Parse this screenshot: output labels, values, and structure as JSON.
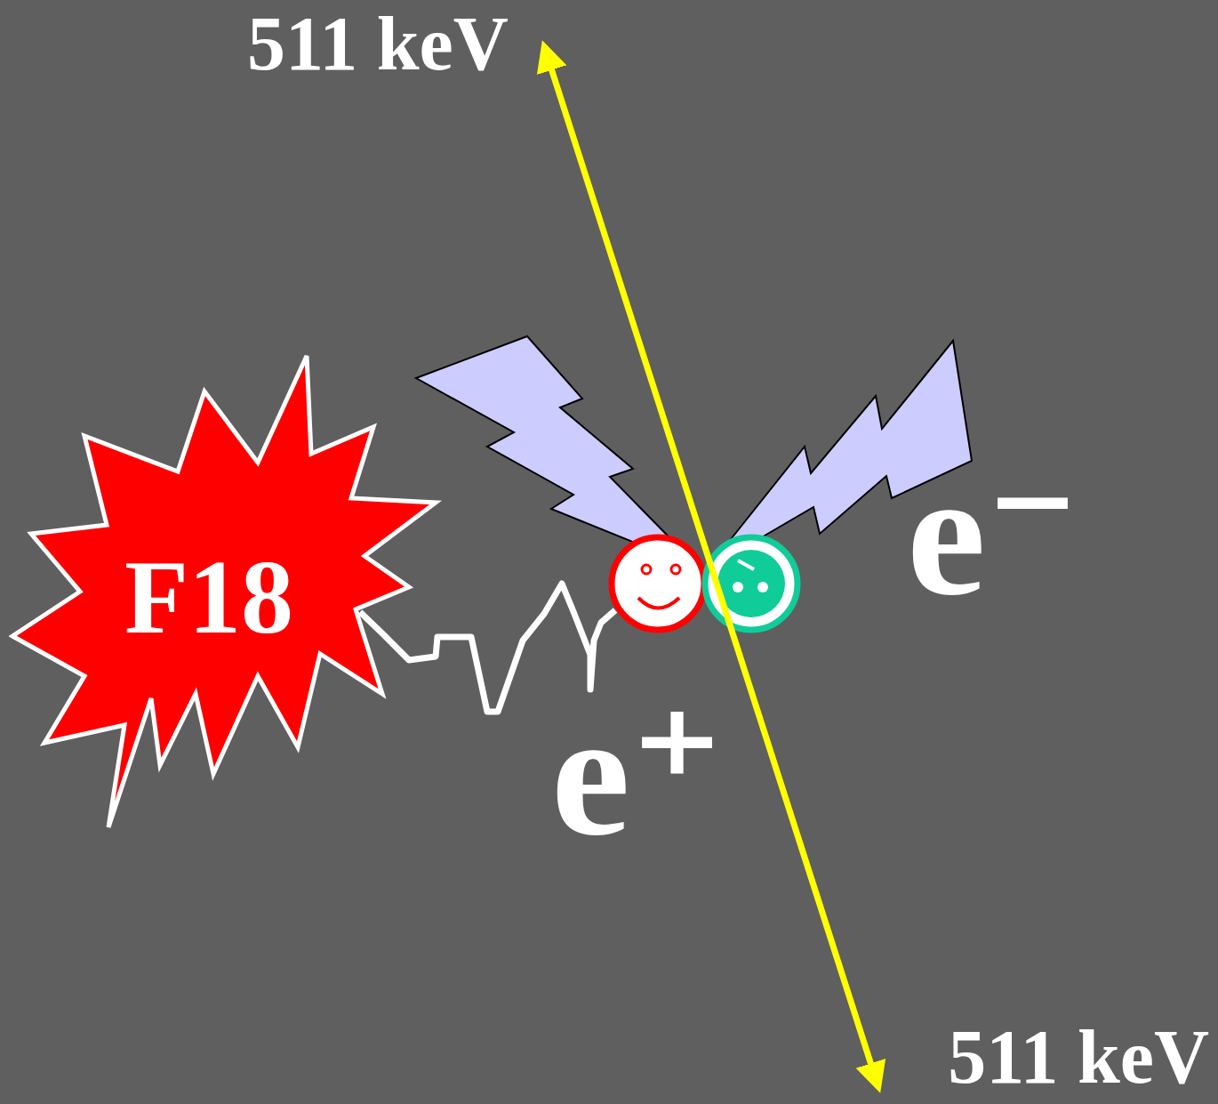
{
  "diagram": {
    "nodes": [
      {
        "text": [
          "F18"
        ]
      }
    ],
    "labels": [
      "511 keV",
      "511 keV",
      "e⁻",
      "e⁺"
    ]
  }
}
